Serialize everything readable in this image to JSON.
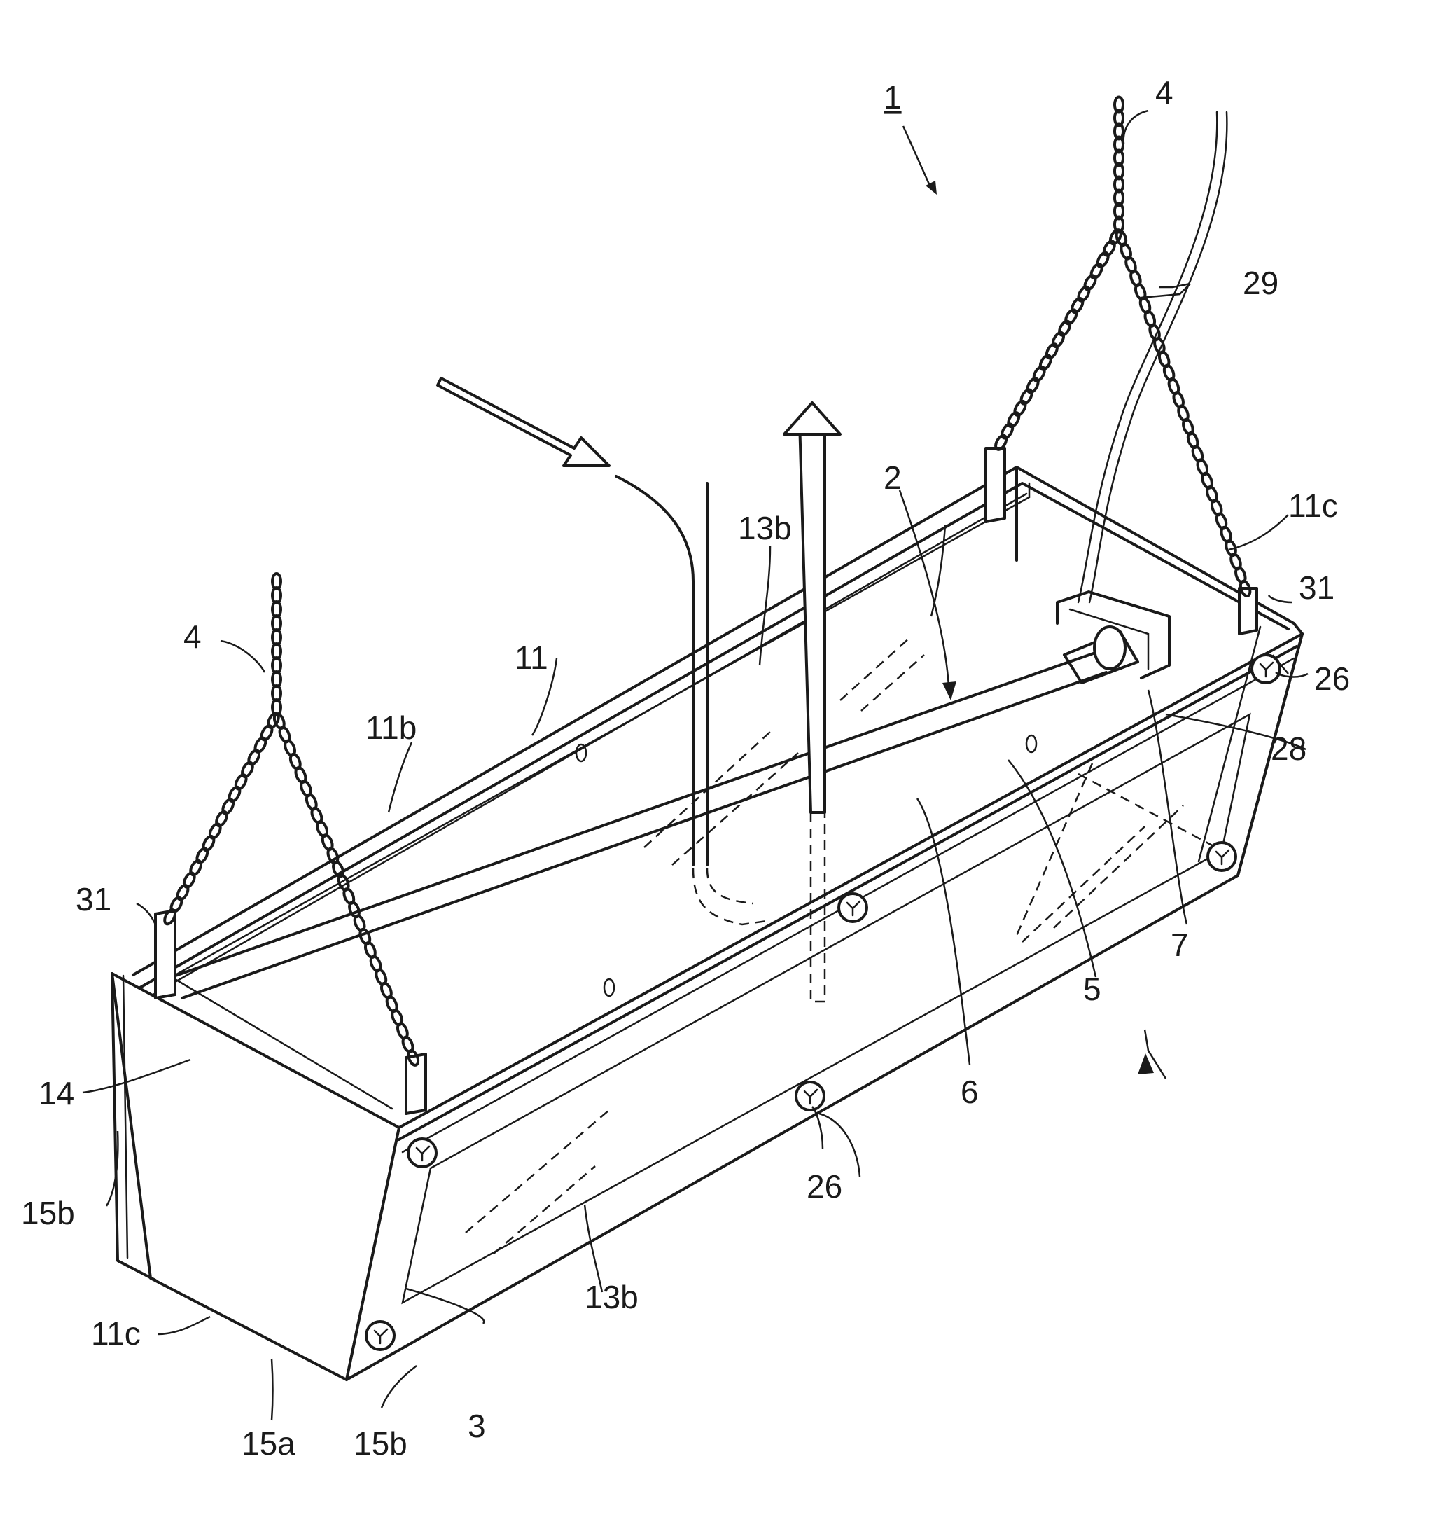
{
  "figure": {
    "labels": {
      "apparatus": "1",
      "lamp_unit": "2",
      "tank": "3",
      "chain_right": "4",
      "chain_left": "4",
      "lamp_tube": "5",
      "protective_tube": "6",
      "lamp_end": "7",
      "frame": "11",
      "frame_side_upper": "11b",
      "frame_end_right": "11c",
      "frame_end_left": "11c",
      "window_upper": "13b",
      "window_lower": "13b",
      "end_plate": "14",
      "bottom_edge": "15a",
      "side_edge_left": "15b",
      "side_edge_bottom": "15b",
      "bolt_right": "26",
      "bolt_front": "26",
      "holder": "28",
      "cables": "29",
      "bracket_left": "31",
      "bracket_right": "31"
    }
  }
}
